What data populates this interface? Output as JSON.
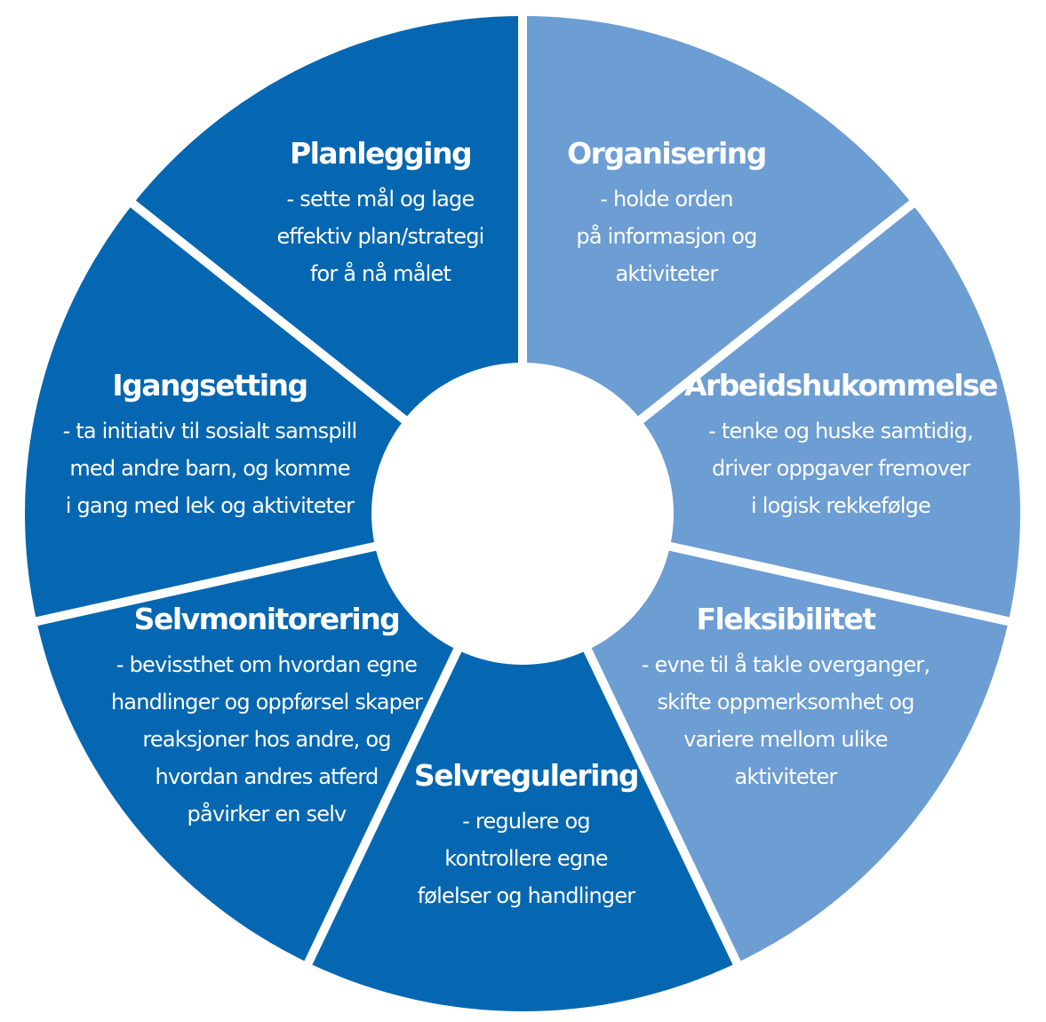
{
  "colors": {
    "light": "#6c9dd3",
    "dark": "#0567b1",
    "gap": "#ffffff"
  },
  "segments": [
    {
      "id": "planlegging",
      "shade": "light",
      "title": "Planlegging",
      "lines": [
        "- sette mål og lage",
        "effektiv plan/strategi",
        "for å nå målet"
      ]
    },
    {
      "id": "organisering",
      "shade": "light",
      "title": "Organisering",
      "lines": [
        "- holde orden",
        "på informasjon og",
        "aktiviteter"
      ]
    },
    {
      "id": "arbeidshukommelse",
      "shade": "light",
      "title": "Arbeidshukommelse",
      "lines": [
        "- tenke og huske samtidig,",
        "driver oppgaver fremover",
        "i logisk rekkefølge"
      ]
    },
    {
      "id": "fleksibilitet",
      "shade": "dark",
      "title": "Fleksibilitet",
      "lines": [
        "- evne til å takle overganger,",
        "skifte oppmerksomhet og",
        "variere mellom ulike",
        "aktiviteter"
      ]
    },
    {
      "id": "selvregulering",
      "shade": "dark",
      "title": "Selvregulering",
      "lines": [
        "- regulere og",
        "kontrollere egne",
        "følelser og handlinger"
      ]
    },
    {
      "id": "selvmonitorering",
      "shade": "dark",
      "title": "Selvmonitorering",
      "lines": [
        "- bevissthet om hvordan egne",
        "handlinger og oppførsel skaper",
        "reaksjoner hos andre, og",
        "hvordan andres atferd",
        "påvirker en selv"
      ]
    },
    {
      "id": "igangsetting",
      "shade": "dark",
      "title": "Igangsetting",
      "lines": [
        "- ta initiativ til sosialt samspill",
        "med andre barn, og komme",
        "i gang med lek og aktiviteter"
      ]
    }
  ]
}
